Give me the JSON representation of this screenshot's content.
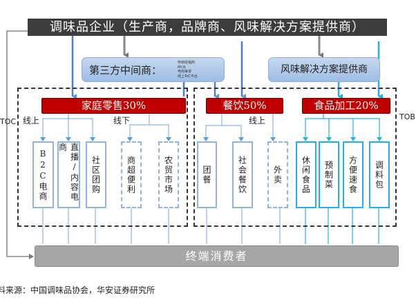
{
  "top_banner": "调味品企业（生产商，品牌商、风味解决方案提供商）",
  "third_party": {
    "label": "第三方中间商：",
    "items": [
      "传统经销商",
      "MCN",
      "电商渠道",
      "线上ToC平台"
    ]
  },
  "flavor_provider": "风味解决方案提供商",
  "side_labels": {
    "toc": "TOC",
    "tob": "TOB"
  },
  "segments": [
    {
      "label": "家庭零售30%",
      "groups": [
        {
          "label": "线上",
          "children": [
            "B2C电商",
            "直播/内容电商",
            "社区团购"
          ]
        },
        {
          "label": "线下",
          "children": [
            "商超便利",
            "农贸市场"
          ]
        }
      ]
    },
    {
      "label": "餐饮50%",
      "online_label": "线上",
      "children": [
        "团餐",
        "社会餐饮",
        "外卖"
      ]
    },
    {
      "label": "食品加工20%",
      "children": [
        "休闲食品",
        "预制菜",
        "方便速食",
        "调料包"
      ]
    }
  ],
  "consumer": "终端消费者",
  "source": "料来源：中国调味品协会，华安证券研究所",
  "colors": {
    "banner": "#3c3c3c",
    "segment": "#c00000",
    "consumer": "#a6a6a6",
    "line_blue": "#5b9bd5",
    "line_cyan": "#22b0e8"
  }
}
